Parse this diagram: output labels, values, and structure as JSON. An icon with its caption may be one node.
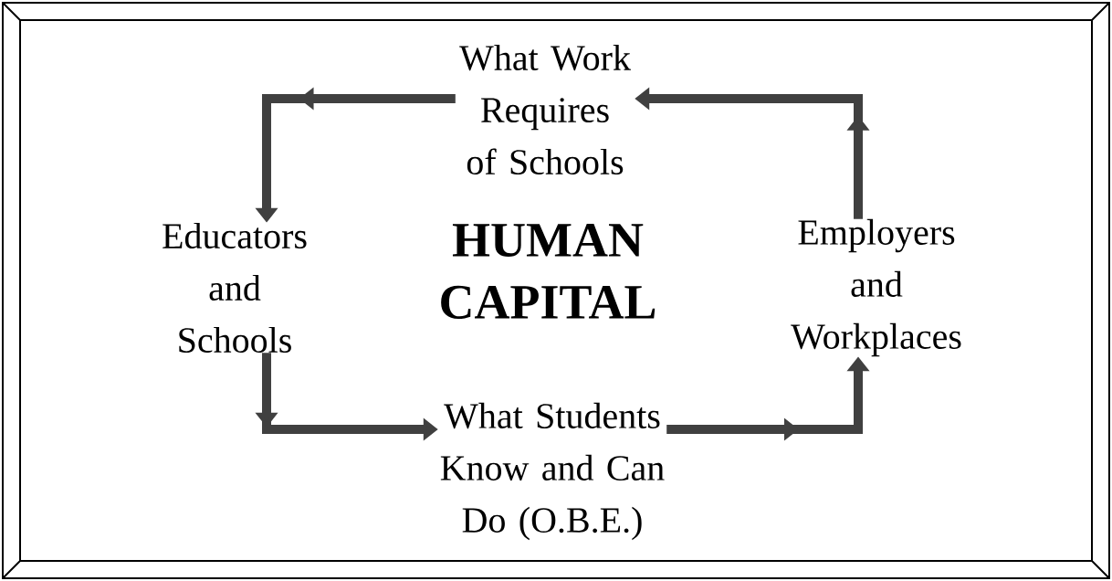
{
  "diagram": {
    "nodes": [
      {
        "text": [
          "What Work Requires of Schools"
        ]
      },
      {
        "text": [
          "Educators and Schools"
        ]
      },
      {
        "text": [
          "HUMAN CAPITAL"
        ]
      },
      {
        "text": [
          "Employers and Workplaces"
        ]
      },
      {
        "text": [
          "What Students Know and Can Do (O.B.E.)"
        ]
      }
    ],
    "edges": [
      {
        "from": 0,
        "to": 1,
        "arrow": "to"
      },
      {
        "from": 1,
        "to": 4,
        "arrow": "to"
      },
      {
        "from": 4,
        "to": 3,
        "arrow": "to"
      },
      {
        "from": 3,
        "to": 0,
        "arrow": "to"
      }
    ]
  }
}
